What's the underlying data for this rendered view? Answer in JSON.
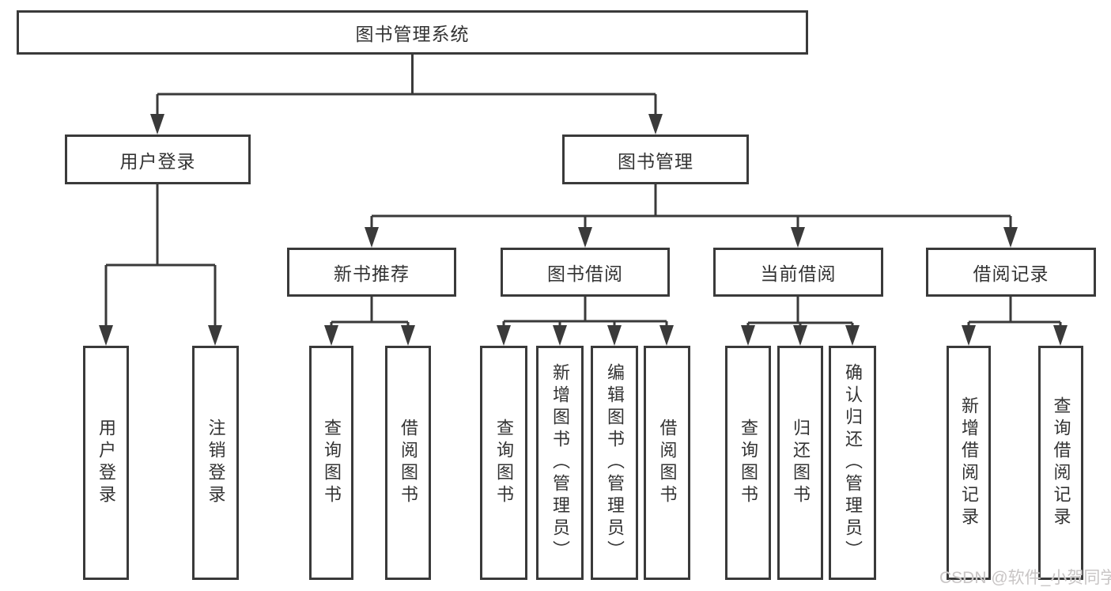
{
  "tree": {
    "root": {
      "label": "图书管理系统",
      "children": [
        {
          "label": "用户登录",
          "children": [
            {
              "label": "用户登录"
            },
            {
              "label": "注销登录"
            }
          ]
        },
        {
          "label": "图书管理",
          "children": [
            {
              "label": "新书推荐",
              "children": [
                {
                  "label": "查询图书"
                },
                {
                  "label": "借阅图书"
                }
              ]
            },
            {
              "label": "图书借阅",
              "children": [
                {
                  "label": "查询图书"
                },
                {
                  "label": "新增图书（管理员）"
                },
                {
                  "label": "编辑图书（管理员）"
                },
                {
                  "label": "借阅图书"
                }
              ]
            },
            {
              "label": "当前借阅",
              "children": [
                {
                  "label": "查询图书"
                },
                {
                  "label": "归还图书"
                },
                {
                  "label": "确认归还（管理员）"
                }
              ]
            },
            {
              "label": "借阅记录",
              "children": [
                {
                  "label": "新增借阅记录"
                },
                {
                  "label": "查询借阅记录"
                }
              ]
            }
          ]
        }
      ]
    }
  },
  "watermark": "CSDN @软件_小贺同学",
  "colors": {
    "line": "#3a3a3a",
    "box_border": "#3a3a3a",
    "text": "#333333",
    "watermark": "#c8c5c5",
    "background": "#ffffff"
  }
}
